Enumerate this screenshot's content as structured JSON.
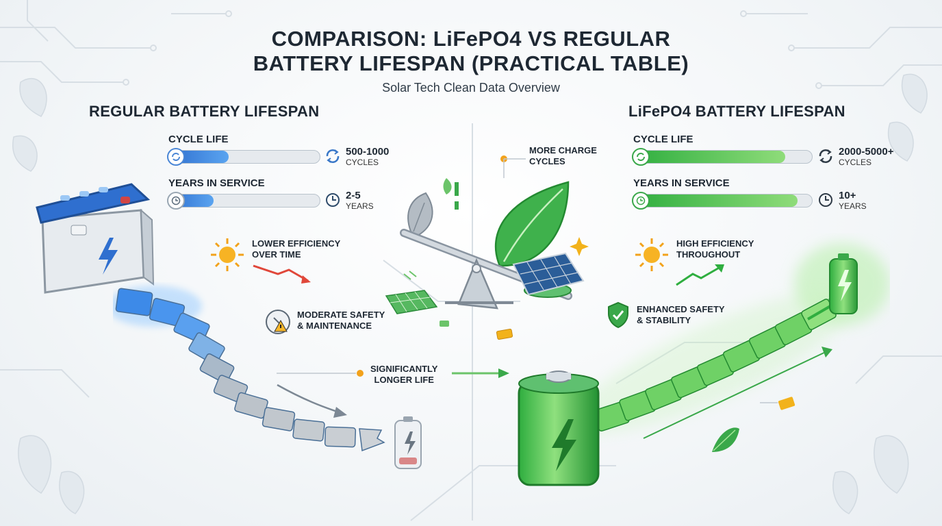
{
  "header": {
    "title_line1": "COMPARISON: LiFePO4 VS REGULAR",
    "title_line2": "BATTERY LIFESPAN (PRACTICAL TABLE)",
    "subtitle": "Solar Tech Clean Data Overview"
  },
  "regular": {
    "title": "REGULAR BATTERY LIFESPAN",
    "cycle_label": "CYCLE LIFE",
    "cycle_value": "500-1000",
    "cycle_unit": "CYCLES",
    "cycle_fill_fraction": 0.4,
    "years_label": "YEARS IN SERVICE",
    "years_value": "2-5",
    "years_unit": "YEARS",
    "years_fill_fraction": 0.3,
    "efficiency_line1": "LOWER EFFICIENCY",
    "efficiency_line2": "OVER TIME",
    "safety_line1": "MODERATE SAFETY",
    "safety_line2": "& MAINTENANCE"
  },
  "lifepo4": {
    "title": "LiFePO4 BATTERY LIFESPAN",
    "cycle_label": "CYCLE LIFE",
    "cycle_value": "2000-5000+",
    "cycle_unit": "CYCLES",
    "cycle_fill_fraction": 0.85,
    "years_label": "YEARS IN SERVICE",
    "years_value": "10+",
    "years_unit": "YEARS",
    "years_fill_fraction": 0.92,
    "efficiency_line1": "HIGH EFFICIENCY",
    "efficiency_line2": "THROUGHOUT",
    "safety_line1": "ENHANCED SAFETY",
    "safety_line2": "& STABILITY"
  },
  "center": {
    "charge_line1": "MORE CHARGE",
    "charge_line2": "CYCLES",
    "life_line1": "SIGNIFICANTLY",
    "life_line2": "LONGER LIFE"
  },
  "colors": {
    "blue_accent": "#2f6fcf",
    "green_accent": "#2fae3f",
    "orange_dot": "#f2a21b",
    "red_arrow": "#e0473a"
  },
  "icons": [
    "refresh-icon",
    "clock-icon",
    "sun-icon",
    "warning-icon",
    "shield-check-icon",
    "leaf-icon",
    "solar-panel-icon",
    "battery-icon"
  ]
}
